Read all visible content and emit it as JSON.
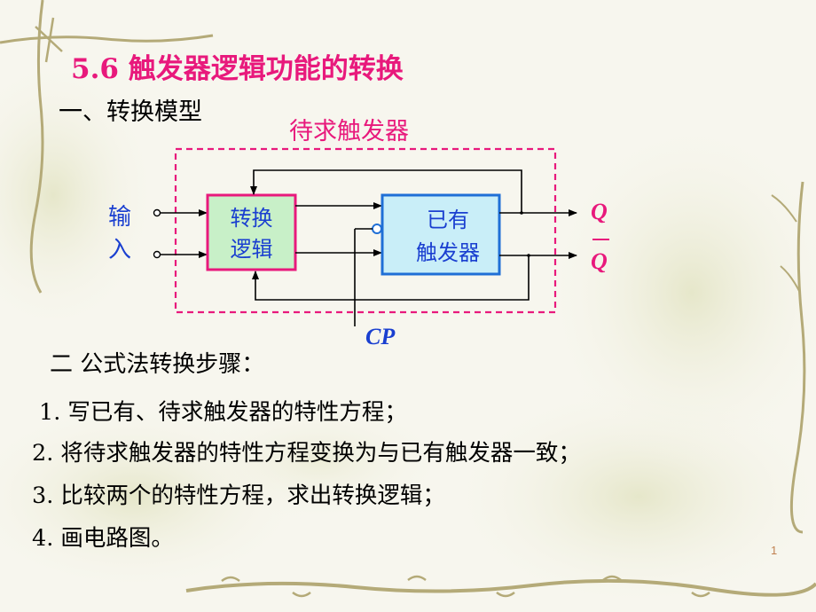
{
  "slide": {
    "title": "5.6 触发器逻辑功能的转换",
    "section_model": "一、转换模型",
    "section_steps": "二  公式法转换步骤：",
    "steps": [
      "1.  写已有、待求触发器的特性方程；",
      "2.  将待求触发器的特性方程变换为与已有触发器一致；",
      "3.  比较两个的特性方程，求出转换逻辑；",
      "4.  画电路图。"
    ],
    "page_number": "1"
  },
  "diagram": {
    "target_label": "待求触发器",
    "input_label_1": "输",
    "input_label_2": "入",
    "logic_line_1": "转换",
    "logic_line_2": "逻辑",
    "ff_line_1": "已有",
    "ff_line_2": "触发器",
    "output_q": "Q",
    "output_qbar": "Q",
    "clock_label": "CP"
  },
  "colors": {
    "title": "#e8197c",
    "dashed_box": "#e8197c",
    "logic_box_border": "#e8197c",
    "logic_box_fill": "#c8f0c8",
    "ff_box_border": "#1f6fd6",
    "ff_box_fill": "#c9eef8",
    "blue_text": "#1a3fd0"
  }
}
